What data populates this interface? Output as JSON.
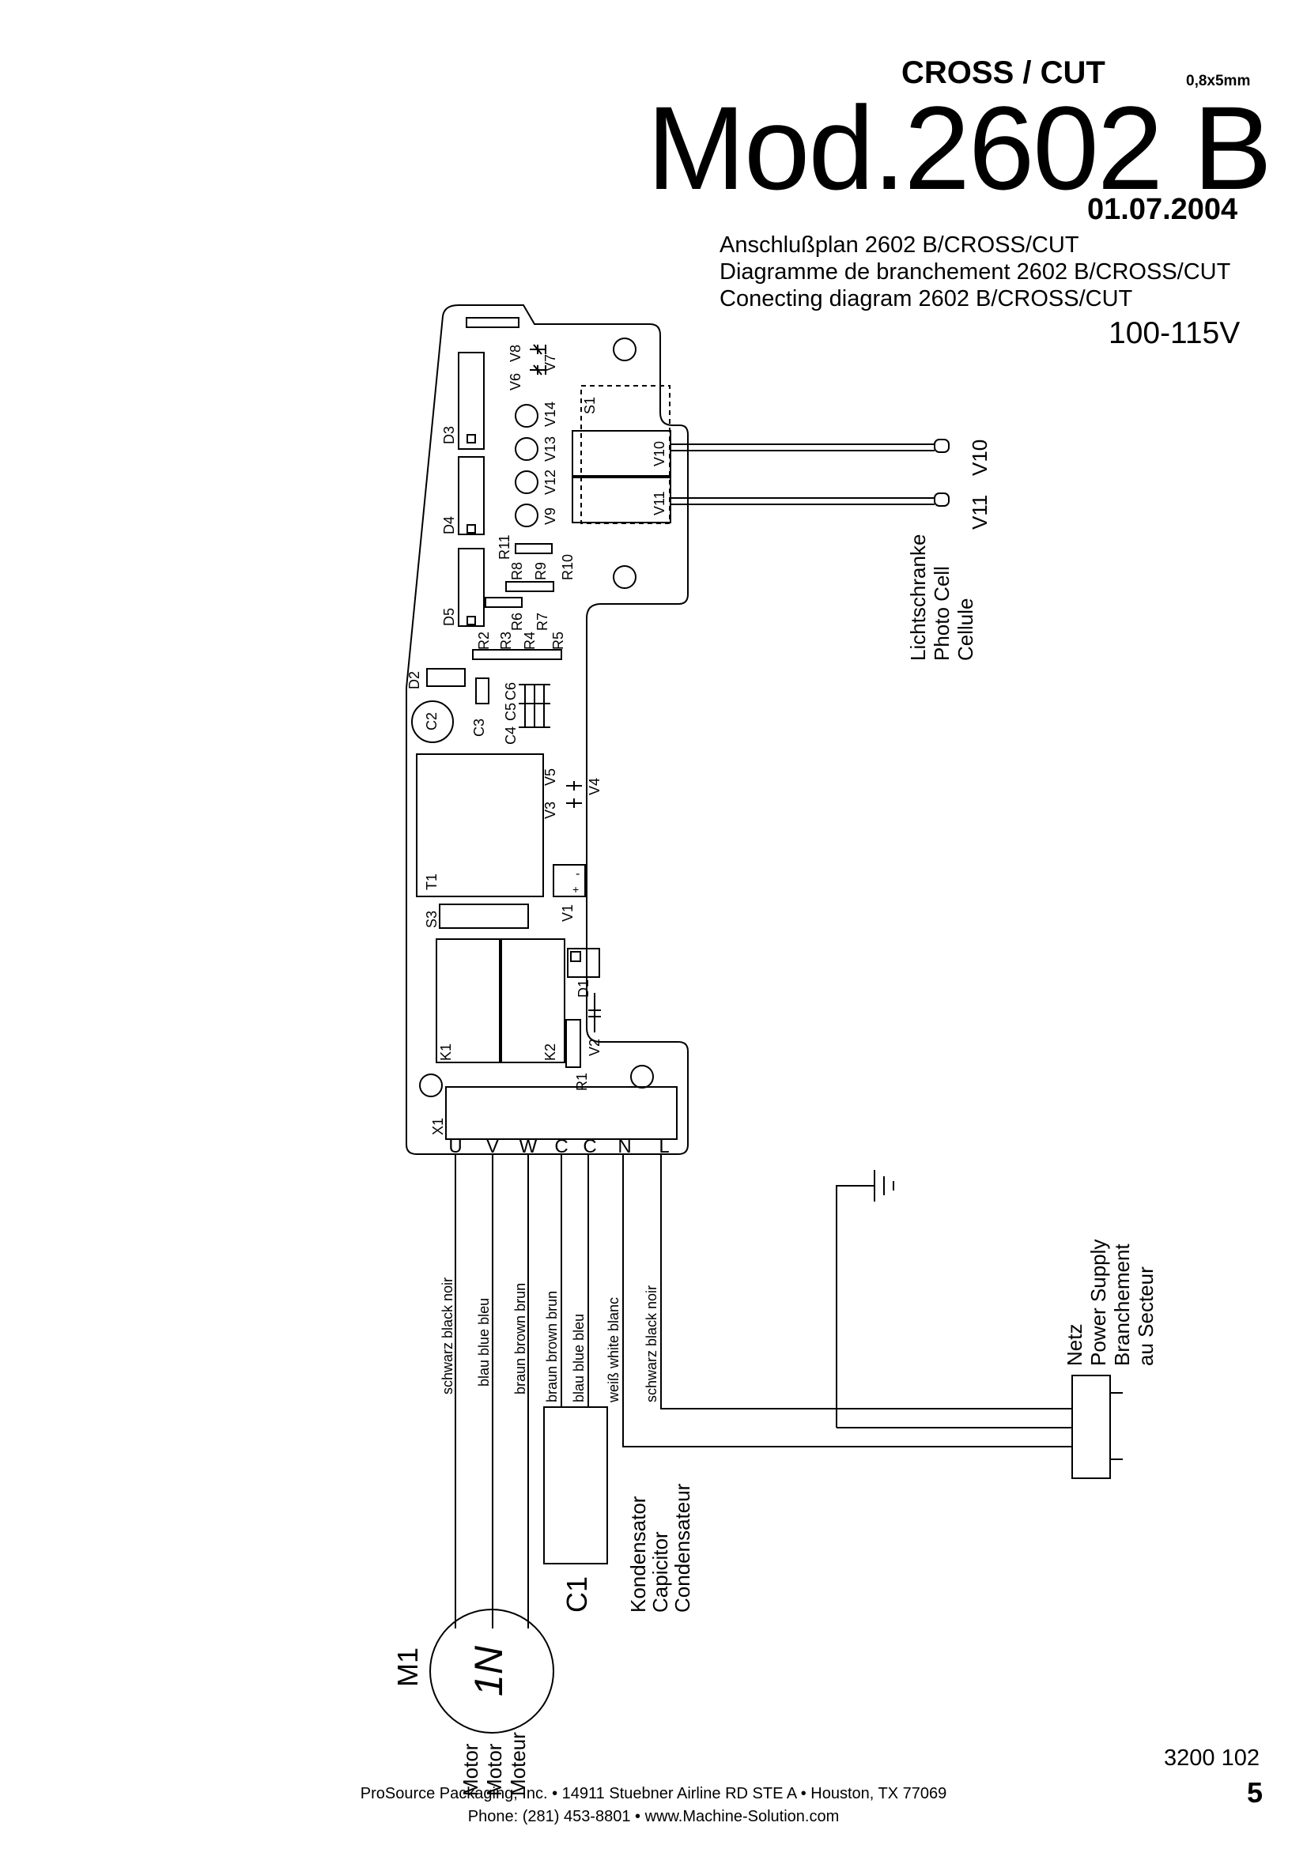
{
  "header": {
    "product_line": "CROSS  / CUT",
    "spec": "0,8x5mm",
    "model": "Mod.2602 B",
    "date": "01.07.2004",
    "descriptions": [
      "Anschlußplan  2602 B/CROSS/CUT",
      "Diagramme de branchement 2602 B/CROSS/CUT",
      "Conecting diagram 2602 B/CROSS/CUT"
    ],
    "voltage": "100-115V"
  },
  "board": {
    "components": [
      "V8",
      "V6",
      "V7",
      "V14",
      "V13",
      "V12",
      "V9",
      "S1",
      "V10",
      "V11",
      "D3",
      "D4",
      "D5",
      "R11",
      "R8",
      "R9",
      "R10",
      "R6",
      "R7",
      "R3",
      "R4",
      "R5",
      "R2",
      "D2",
      "C2",
      "C3",
      "C4",
      "C5",
      "C6",
      "V5",
      "V3",
      "V4",
      "T1",
      "V1",
      "S3",
      "D1",
      "K1",
      "K2",
      "V2",
      "R1",
      "X1"
    ],
    "terminals": [
      "U",
      "V",
      "W",
      "C",
      "C",
      "N",
      "L"
    ],
    "v1_marks": [
      "+",
      "-"
    ]
  },
  "photocell": {
    "sensors": [
      "V10",
      "V11"
    ],
    "label": [
      "Lichtschranke",
      "Photo Cell",
      "Cellule"
    ]
  },
  "wires": [
    "schwarz black noir",
    "blau blue bleu",
    "braun brown brun",
    "braun brown brun",
    "blau blue bleu",
    "weiß white blanc",
    "schwarz black noir"
  ],
  "capacitor": {
    "id": "C1",
    "label": [
      "Kondensator",
      "Capicitor",
      "Condensateur"
    ]
  },
  "motor": {
    "id": "M1",
    "symbol": "1N",
    "label": [
      "Motor",
      "Motor",
      "Moteur"
    ]
  },
  "power": {
    "label": [
      "Netz",
      "Power Supply",
      "Branchement",
      "au Secteur"
    ],
    "ground_symbol": "ground-icon"
  },
  "footer": {
    "doc_number": "3200 102",
    "page": "5",
    "line1": "ProSource Packaging, Inc. • 14911 Stuebner Airline RD STE A • Houston, TX 77069",
    "line2": "Phone: (281) 453-8801 • www.Machine-Solution.com"
  }
}
